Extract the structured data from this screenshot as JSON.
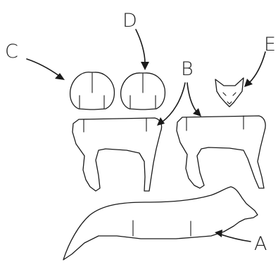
{
  "labels": {
    "a": "A",
    "b": "B",
    "c": "C",
    "d": "D",
    "e": "E"
  },
  "colors": {
    "line": "#1a1a1a",
    "text": "#222222",
    "background": "#ffffff"
  }
}
